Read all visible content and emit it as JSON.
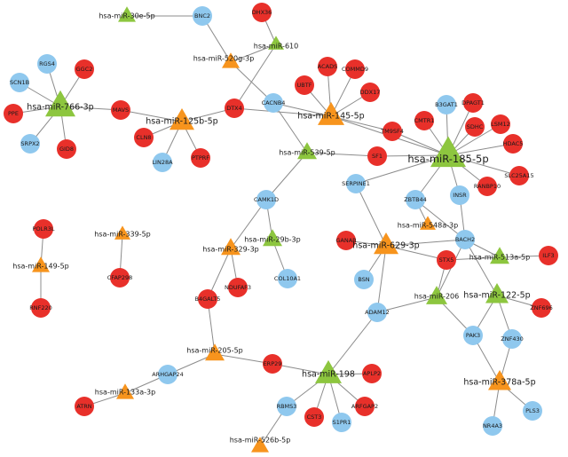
{
  "colors": {
    "gene_red": "#e8302a",
    "gene_blue": "#8fc8ee",
    "mir_green": "#8dc63f",
    "mir_orange": "#f7941d",
    "edge": "#8c8c8c"
  },
  "nodes": {
    "miR30e5p": {
      "label": "hsa-miR-30e-5p"
    },
    "BNC2": {
      "label": "BNC2"
    },
    "DHX36": {
      "label": "DHX36"
    },
    "miR610": {
      "label": "hsa-miR-610"
    },
    "miR520g3p": {
      "label": "hsa-miR-520g-3p"
    },
    "RGS4": {
      "label": "RGS4"
    },
    "GGC2": {
      "label": "GGC2"
    },
    "SCN1B": {
      "label": "SCN1B"
    },
    "miR7663p": {
      "label": "hsa-miR-766-3p"
    },
    "PPE": {
      "label": "PPE"
    },
    "SRPX2": {
      "label": "SRPX2"
    },
    "GID8": {
      "label": "GID8"
    },
    "MAVS": {
      "label": "MAVS"
    },
    "miR125b5p": {
      "label": "hsa-miR-125b-5p"
    },
    "CLN8": {
      "label": "CLN8"
    },
    "PTPRF": {
      "label": "PTPRF"
    },
    "LIN28A": {
      "label": "LIN28A"
    },
    "DTX4": {
      "label": "DTX4"
    },
    "CACNB4": {
      "label": "CACNB4"
    },
    "UBTF": {
      "label": "UBTF"
    },
    "ACADS": {
      "label": "ACADS"
    },
    "COMMD9": {
      "label": "COMMD9"
    },
    "DDX17": {
      "label": "DDX17"
    },
    "miR1455p": {
      "label": "hsa-miR-145-5p"
    },
    "TM9SF4": {
      "label": "TM9SF4"
    },
    "B3GAT1": {
      "label": "B3GAT1"
    },
    "DPAGT1": {
      "label": "DPAGT1"
    },
    "CMTR1": {
      "label": "CMTR1"
    },
    "LSM12": {
      "label": "LSM12"
    },
    "SDHC": {
      "label": "SDHC"
    },
    "HDAC5": {
      "label": "HDAC5"
    },
    "miR1855p": {
      "label": "hsa-miR-185-5p"
    },
    "SLC25A15": {
      "label": "SLC25A15"
    },
    "RANBP10": {
      "label": "RANBP10"
    },
    "miR5395p": {
      "label": "hsa-miR-539-5p"
    },
    "SF1": {
      "label": "SF1"
    },
    "SERPINE1": {
      "label": "SERPINE1"
    },
    "ZBTB44": {
      "label": "ZBTB44"
    },
    "INSR": {
      "label": "INSR"
    },
    "CAMK1D": {
      "label": "CAMK1D"
    },
    "miR548a3p": {
      "label": "hsa-miR-548a-3p"
    },
    "POLR3L": {
      "label": "POLR3L"
    },
    "miR3395p": {
      "label": "hsa-miR-339-5p"
    },
    "miR29b3p": {
      "label": "hsa-miR-29b-3p"
    },
    "miR3293p": {
      "label": "hsa-miR-329-3p"
    },
    "GANAB": {
      "label": "GANAB"
    },
    "miR6293p": {
      "label": "hsa-miR-629-3p"
    },
    "BACH2": {
      "label": "BACH2"
    },
    "miR5135p": {
      "label": "hsa-miR-513a-5p"
    },
    "ILF3": {
      "label": "ILF3"
    },
    "STX5": {
      "label": "STX5"
    },
    "miR1495p": {
      "label": "hsa-miR-149-5p"
    },
    "BSN": {
      "label": "BSN"
    },
    "COL10A1": {
      "label": "COL10A1"
    },
    "NDUFAF3": {
      "label": "NDUFAF3"
    },
    "CFAP298": {
      "label": "CFAP298"
    },
    "RNF220": {
      "label": "RNF220"
    },
    "B4GALT5": {
      "label": "B4GALT5"
    },
    "miR206": {
      "label": "hsa-miR-206"
    },
    "miR1225p": {
      "label": "hsa-miR-122-5p"
    },
    "ZNF696": {
      "label": "ZNF696"
    },
    "ADAM12": {
      "label": "ADAM12"
    },
    "PAK3": {
      "label": "PAK3"
    },
    "ZNF430": {
      "label": "ZNF430"
    },
    "miR2055p": {
      "label": "hsa-miR-205-5p"
    },
    "ERP29": {
      "label": "ERP29"
    },
    "miR198": {
      "label": "hsa-miR-198"
    },
    "APLP2": {
      "label": "APLP2"
    },
    "ARHGAP24": {
      "label": "ARHGAP24"
    },
    "miR378a5p": {
      "label": "hsa-miR-378a-5p"
    },
    "miR133a3p": {
      "label": "hsa-miR-133a-3p"
    },
    "RBMS3": {
      "label": "RBMS3"
    },
    "ARFGAP2": {
      "label": "ARFGAP2"
    },
    "ATRN": {
      "label": "ATRN"
    },
    "CST3": {
      "label": "CST3"
    },
    "S1PR1": {
      "label": "S1PR1"
    },
    "PLS3": {
      "label": "PLS3"
    },
    "NR4A3": {
      "label": "NR4A3"
    },
    "miR526b5p": {
      "label": "hsa-miR-526b-5p"
    }
  },
  "edges": [
    [
      "miR30e5p",
      "BNC2"
    ],
    [
      "BNC2",
      "miR520g3p"
    ],
    [
      "DHX36",
      "miR610"
    ],
    [
      "miR610",
      "miR520g3p"
    ],
    [
      "miR610",
      "DTX4"
    ],
    [
      "miR7663p",
      "RGS4"
    ],
    [
      "miR7663p",
      "GGC2"
    ],
    [
      "miR7663p",
      "SCN1B"
    ],
    [
      "miR7663p",
      "PPE"
    ],
    [
      "miR7663p",
      "SRPX2"
    ],
    [
      "miR7663p",
      "GID8"
    ],
    [
      "miR7663p",
      "MAVS"
    ],
    [
      "MAVS",
      "miR125b5p"
    ],
    [
      "miR125b5p",
      "CLN8"
    ],
    [
      "miR125b5p",
      "PTPRF"
    ],
    [
      "miR125b5p",
      "LIN28A"
    ],
    [
      "miR125b5p",
      "DTX4"
    ],
    [
      "miR520g3p",
      "CACNB4"
    ],
    [
      "DTX4",
      "miR1455p"
    ],
    [
      "CACNB4",
      "miR1455p"
    ],
    [
      "CACNB4",
      "miR5395p"
    ],
    [
      "miR1455p",
      "UBTF"
    ],
    [
      "miR1455p",
      "ACADS"
    ],
    [
      "miR1455p",
      "COMMD9"
    ],
    [
      "miR1455p",
      "DDX17"
    ],
    [
      "miR1455p",
      "TM9SF4"
    ],
    [
      "miR1455p",
      "miR1855p"
    ],
    [
      "miR1855p",
      "B3GAT1"
    ],
    [
      "miR1855p",
      "DPAGT1"
    ],
    [
      "miR1855p",
      "CMTR1"
    ],
    [
      "miR1855p",
      "LSM12"
    ],
    [
      "miR1855p",
      "SDHC"
    ],
    [
      "miR1855p",
      "HDAC5"
    ],
    [
      "miR1855p",
      "SLC25A15"
    ],
    [
      "miR1855p",
      "RANBP10"
    ],
    [
      "miR1855p",
      "SF1"
    ],
    [
      "miR1855p",
      "SERPINE1"
    ],
    [
      "miR1855p",
      "ZBTB44"
    ],
    [
      "miR1855p",
      "INSR"
    ],
    [
      "miR1855p",
      "TM9SF4"
    ],
    [
      "miR5395p",
      "SF1"
    ],
    [
      "miR5395p",
      "CAMK1D"
    ],
    [
      "CAMK1D",
      "miR29b3p"
    ],
    [
      "CAMK1D",
      "miR3293p"
    ],
    [
      "miR29b3p",
      "COL10A1"
    ],
    [
      "miR3293p",
      "NDUFAF3"
    ],
    [
      "miR3293p",
      "B4GALT5"
    ],
    [
      "SERPINE1",
      "miR6293p"
    ],
    [
      "ZBTB44",
      "miR548a3p"
    ],
    [
      "ZBTB44",
      "BACH2"
    ],
    [
      "INSR",
      "BACH2"
    ],
    [
      "GANAB",
      "miR6293p"
    ],
    [
      "miR6293p",
      "STX5"
    ],
    [
      "miR6293p",
      "BSN"
    ],
    [
      "miR6293p",
      "ADAM12"
    ],
    [
      "miR6293p",
      "BACH2"
    ],
    [
      "BACH2",
      "miR5135p"
    ],
    [
      "BACH2",
      "miR206"
    ],
    [
      "BACH2",
      "miR1225p"
    ],
    [
      "miR5135p",
      "ILF3"
    ],
    [
      "STX5",
      "miR5135p"
    ],
    [
      "STX5",
      "miR206"
    ],
    [
      "miR206",
      "ADAM12"
    ],
    [
      "miR1225p",
      "ZNF696"
    ],
    [
      "miR1225p",
      "PAK3"
    ],
    [
      "miR1225p",
      "ZNF430"
    ],
    [
      "PAK3",
      "miR206"
    ],
    [
      "PAK3",
      "miR378a5p"
    ],
    [
      "ZNF430",
      "miR378a5p"
    ],
    [
      "miR378a5p",
      "PLS3"
    ],
    [
      "miR378a5p",
      "NR4A3"
    ],
    [
      "POLR3L",
      "miR1495p"
    ],
    [
      "miR1495p",
      "RNF220"
    ],
    [
      "miR3395p",
      "CFAP298"
    ],
    [
      "B4GALT5",
      "miR2055p"
    ],
    [
      "miR2055p",
      "ARHGAP24"
    ],
    [
      "miR2055p",
      "ERP29"
    ],
    [
      "ERP29",
      "miR198"
    ],
    [
      "ADAM12",
      "miR198"
    ],
    [
      "miR198",
      "APLP2"
    ],
    [
      "miR198",
      "RBMS3"
    ],
    [
      "miR198",
      "ARFGAP2"
    ],
    [
      "miR198",
      "CST3"
    ],
    [
      "miR198",
      "S1PR1"
    ],
    [
      "ARHGAP24",
      "miR133a3p"
    ],
    [
      "miR133a3p",
      "ATRN"
    ],
    [
      "RBMS3",
      "miR526b5p"
    ]
  ]
}
